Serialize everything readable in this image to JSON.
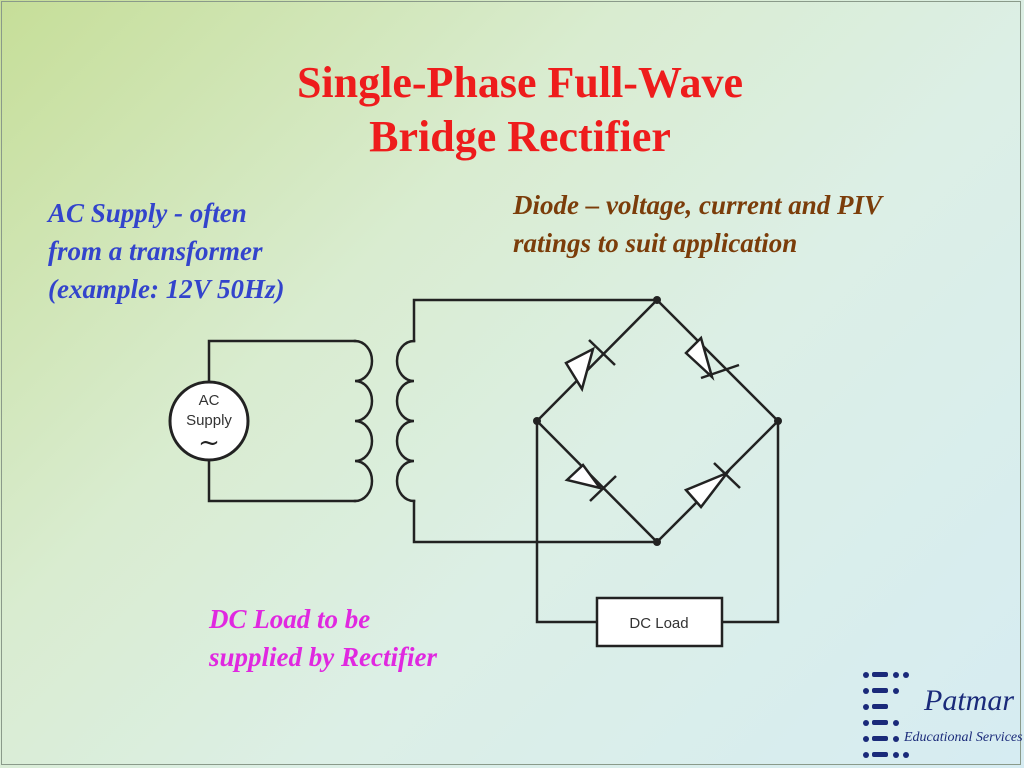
{
  "title": {
    "line1": "Single-Phase Full-Wave",
    "line2": "Bridge Rectifier"
  },
  "annotations": {
    "ac_supply": [
      "AC Supply - often",
      "from a transformer",
      "(example: 12V 50Hz)"
    ],
    "diode": [
      "Diode – voltage, current and PIV",
      "ratings to suit application"
    ],
    "dc_load": [
      "DC Load to be",
      "supplied by Rectifier"
    ]
  },
  "circuit": {
    "source_label_line1": "AC",
    "source_label_line2": "Supply",
    "source_symbol": "~",
    "load_label": "DC Load"
  },
  "logo": {
    "name": "Patmar",
    "subtitle": "Educational Services"
  },
  "colors": {
    "title": "#ee1c1c",
    "ac_note": "#3344cc",
    "diode_note": "#7b3d0a",
    "load_note": "#e028e0",
    "logo": "#1a2a7a"
  }
}
